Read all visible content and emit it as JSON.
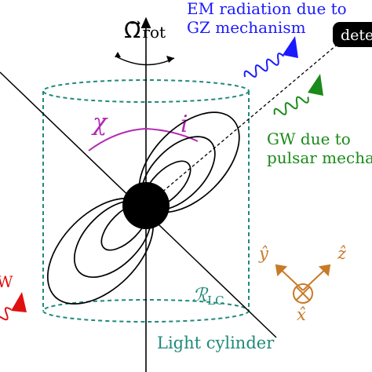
{
  "labels": {
    "omega_rot": "Ω⃗",
    "omega_rot_sub": "rot",
    "em_radiation_line1": "EM radiation due to",
    "em_radiation_line2": "GZ mechanism",
    "detector": "dete",
    "gw_pulsar_line1": "GW due to",
    "gw_pulsar_line2": "pulsar mechan",
    "chi": "χ",
    "inclination": "i",
    "r_lc": "ℛ",
    "r_lc_sub": "LC",
    "light_cylinder": "Light cylinder",
    "y_hat": "ŷ",
    "z_hat": "ẑ",
    "x_hat": "x̂",
    "left_partial": "W"
  },
  "colors": {
    "axis": "#000000",
    "em_wave": "#1a1aff",
    "gw_wave": "#1a8a1a",
    "red_wave": "#e01010",
    "cylinder": "#1f8a7a",
    "angle_arc": "#b22ab2",
    "frame": "#c87a28",
    "detector_bg": "#000000",
    "detector_text": "#ffffff"
  }
}
